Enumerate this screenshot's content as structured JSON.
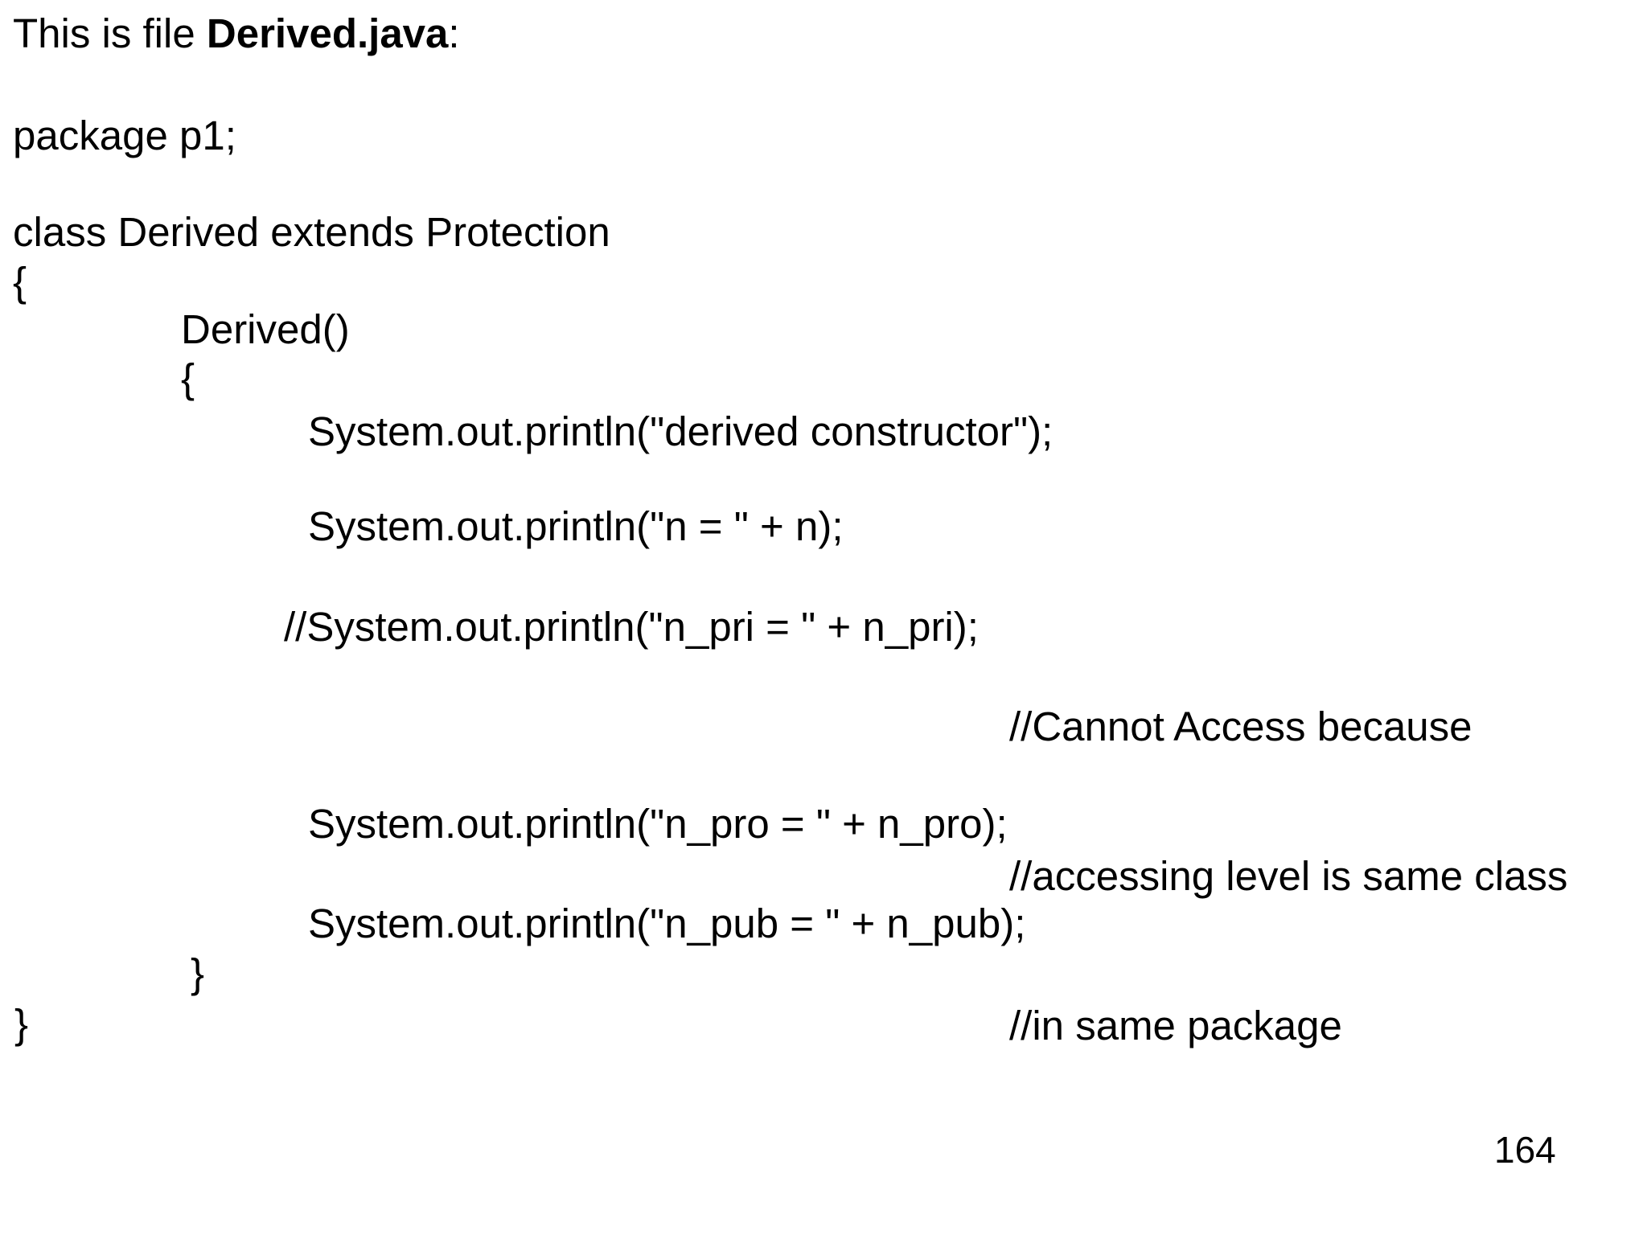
{
  "slide": {
    "title": {
      "prefix": "This is file ",
      "filename": "Derived.java",
      "suffix": ":"
    },
    "code": {
      "package_line": "package p1;",
      "class_declaration": "class Derived extends Protection",
      "class_open_brace": "{",
      "constructor_signature": "Derived()",
      "constructor_open_brace": "{",
      "println_derived_constructor": "System.out.println(\"derived constructor\");",
      "println_n": "System.out.println(\"n = \" + n);",
      "println_n_pri_commented": "//System.out.println(\"n_pri = \" + n_pri);",
      "println_n_pro": "System.out.println(\"n_pro = \" + n_pro);",
      "println_n_pub": "System.out.println(\"n_pub = \" + n_pub);",
      "constructor_close_brace": "}",
      "class_close_brace": "}"
    },
    "side_comment": {
      "line1": "//Cannot Access because",
      "line2": "//accessing level is same class",
      "line3": "//in same package"
    },
    "page_number": "164",
    "colors": {
      "background": "#ffffff",
      "text": "#000000"
    }
  }
}
